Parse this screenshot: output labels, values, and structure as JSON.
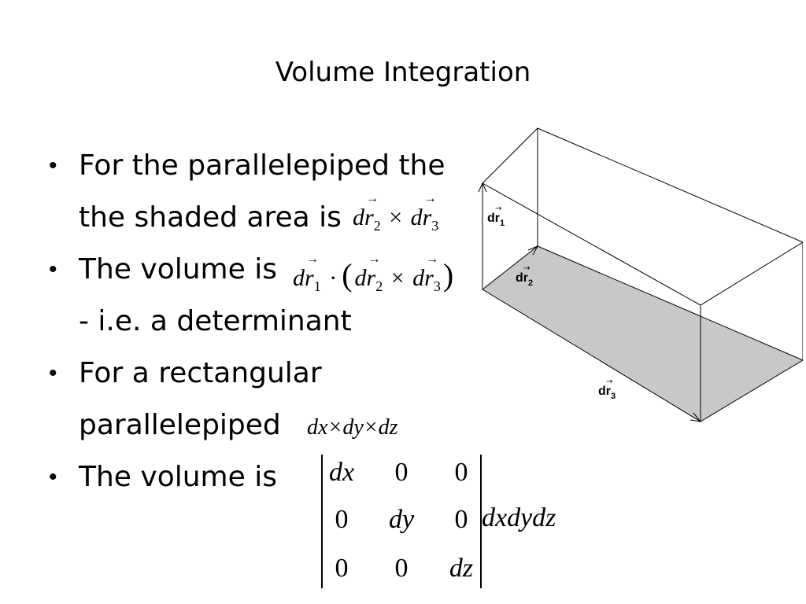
{
  "title": "Volume Integration",
  "bullets": {
    "b1_line1": "For the parallelepiped the",
    "b1_line2": "the shaded area is",
    "b2_line1": "The volume is",
    "b2_line2": "- i.e. a determinant",
    "b3_line1": "For a rectangular",
    "b3_line2": "parallelepiped",
    "b4_line1": "The volume is",
    "bullet_symbol": "•"
  },
  "math": {
    "d": "d",
    "r": "r",
    "sub1": "1",
    "sub2": "2",
    "sub3": "3",
    "times": "×",
    "dot": "·",
    "lparen": "(",
    "rparen": ")",
    "arrow": "→",
    "rect_expr": "dx×dy×dz"
  },
  "determinant": {
    "rows": [
      [
        "dx",
        "0",
        "0"
      ],
      [
        "0",
        "dy",
        "0"
      ],
      [
        "0",
        "0",
        "dz"
      ]
    ],
    "trailing": "dxdydz"
  },
  "diagram": {
    "label_r1": "dr",
    "label_r1_sub": "1",
    "label_r2": "dr",
    "label_r2_sub": "2",
    "label_r3": "dr",
    "label_r3_sub": "3",
    "shade_color": "#c8c8c8"
  }
}
